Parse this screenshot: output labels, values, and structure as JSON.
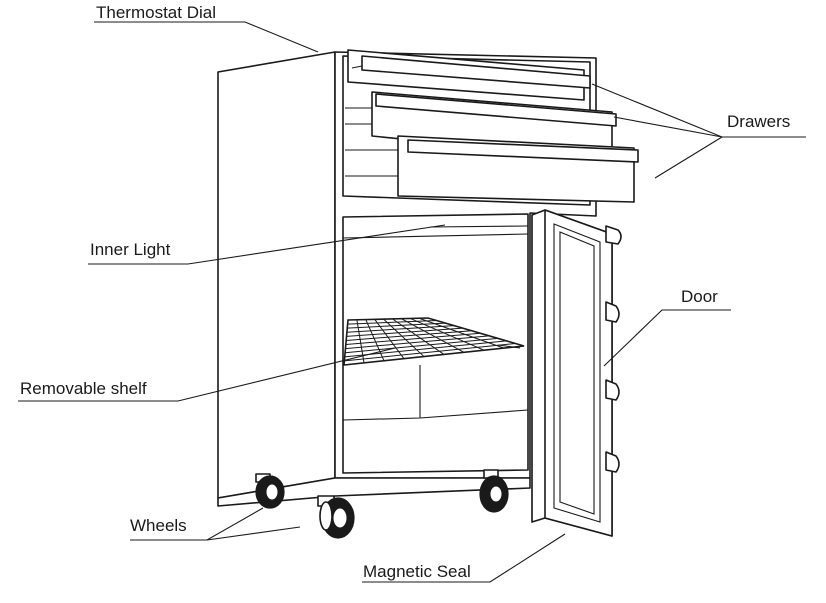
{
  "labels": {
    "thermostat_dial": "Thermostat Dial",
    "drawers": "Drawers",
    "inner_light": "Inner Light",
    "door": "Door",
    "removable_shelf": "Removable shelf",
    "wheels": "Wheels",
    "magnetic_seal": "Magnetic Seal"
  },
  "colors": {
    "line": "#1a1a1a",
    "background": "#ffffff"
  }
}
